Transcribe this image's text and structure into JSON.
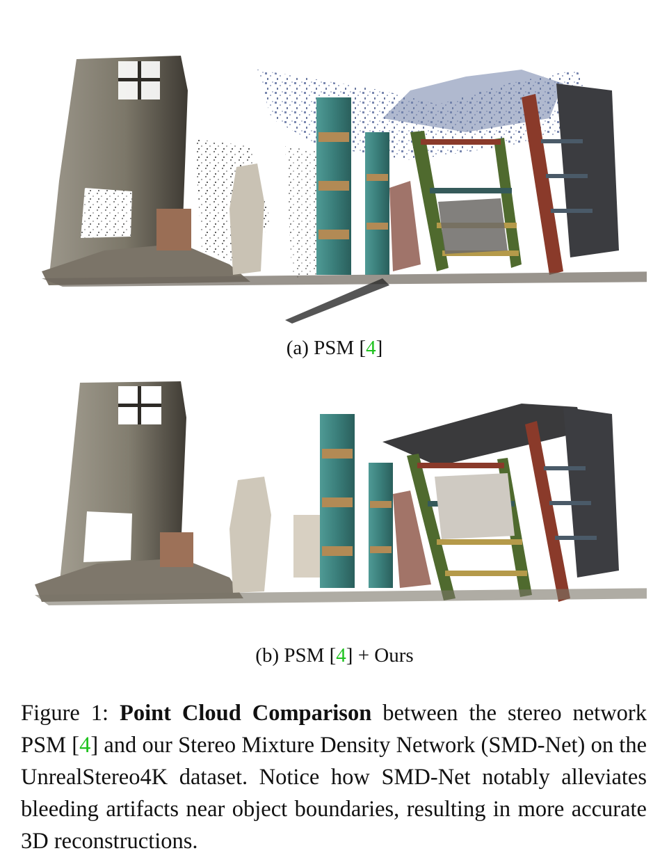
{
  "figure": {
    "panel_a": {
      "caption_prefix": "(a) PSM [",
      "cite": "4",
      "caption_suffix": "]"
    },
    "panel_b": {
      "caption_prefix": "(b) PSM [",
      "cite": "4",
      "caption_suffix": "] + Ours"
    },
    "caption": {
      "label": "Figure 1: ",
      "bold": "Point Cloud Comparison",
      "part1": " between the stereo network PSM [",
      "cite": "4",
      "part2": "] and our Stereo Mixture Density Network (SMD-Net) on the UnrealStereo4K dataset.  Notice how SMD-Net notably alleviates bleeding artifacts near object boundaries, resulting in more accurate 3D reconstructions."
    }
  },
  "colors": {
    "cite": "#1fc21f",
    "wall": "#8a8475",
    "pillar_teal": "#3f8a88",
    "rust": "#8a3a2a",
    "green_bar": "#4f6a2e",
    "sky_noise": "#7e8fb3"
  }
}
